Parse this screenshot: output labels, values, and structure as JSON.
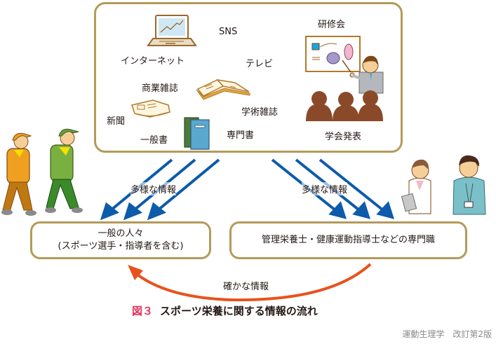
{
  "sources": {
    "internet": "インターネット",
    "sns": "SNS",
    "tv": "テレビ",
    "business_magazine": "商業雑誌",
    "academic_journal": "学術雑誌",
    "newspaper": "新聞",
    "general_book": "一般書",
    "specialist_book": "専門書",
    "workshop": "研修会",
    "conference_presentation": "学会発表"
  },
  "flows": {
    "diverse_info_left": "多様な情報",
    "diverse_info_right": "多様な情報",
    "reliable_info": "確かな情報"
  },
  "targets": {
    "general_public_line1": "一般の人々",
    "general_public_line2": "(スポーツ選手・指導者を含む)",
    "professionals": "管理栄養士・健康運動指導士などの専門職"
  },
  "caption": {
    "figure_number": "図３",
    "title": "スポーツ栄養に関する情報の流れ"
  },
  "credit": "運動生理学　改訂第2版",
  "colors": {
    "box_border": "#b49a5a",
    "blue_arrow": "#0d5bab",
    "orange_arrow": "#e8521c",
    "caption_accent": "#e4325f"
  }
}
